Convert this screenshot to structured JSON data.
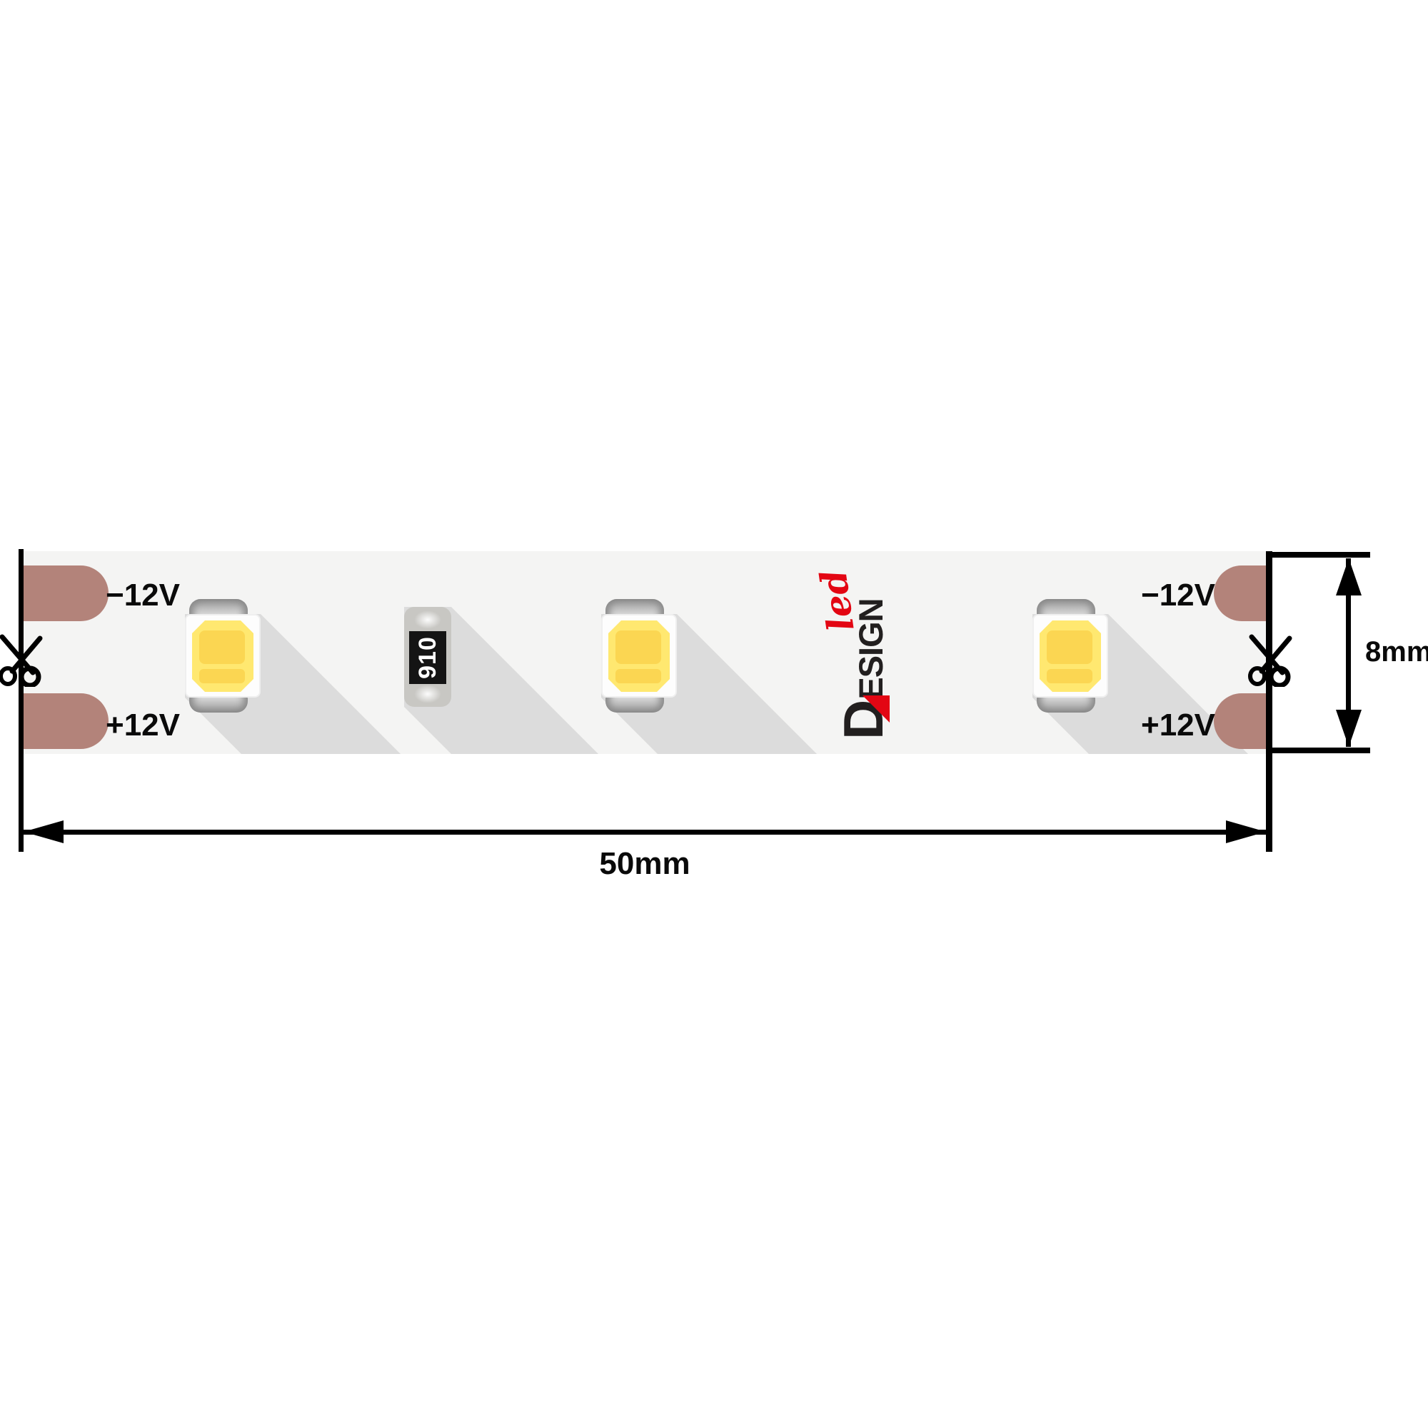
{
  "diagram": {
    "strip": {
      "pads": {
        "negative_label": "−12V",
        "positive_label": "+12V"
      },
      "resistor": {
        "value": "910"
      },
      "led_count": 3,
      "logo": {
        "d": "D",
        "rest": "ESIGN",
        "sub": "led"
      }
    },
    "dimensions": {
      "length_label": "50mm",
      "width_label": "8mm"
    },
    "icons": {
      "cut_point": "scissors-icon"
    },
    "colors": {
      "pad": "#b3837a",
      "strip_background": "#f4f4f3",
      "component_shadow": "#dcdcdc",
      "led_phosphor": "#ffe870",
      "led_die": "#fbd652",
      "logo_red": "#e30613",
      "logo_black": "#221f1f",
      "line_black": "#000000"
    }
  }
}
